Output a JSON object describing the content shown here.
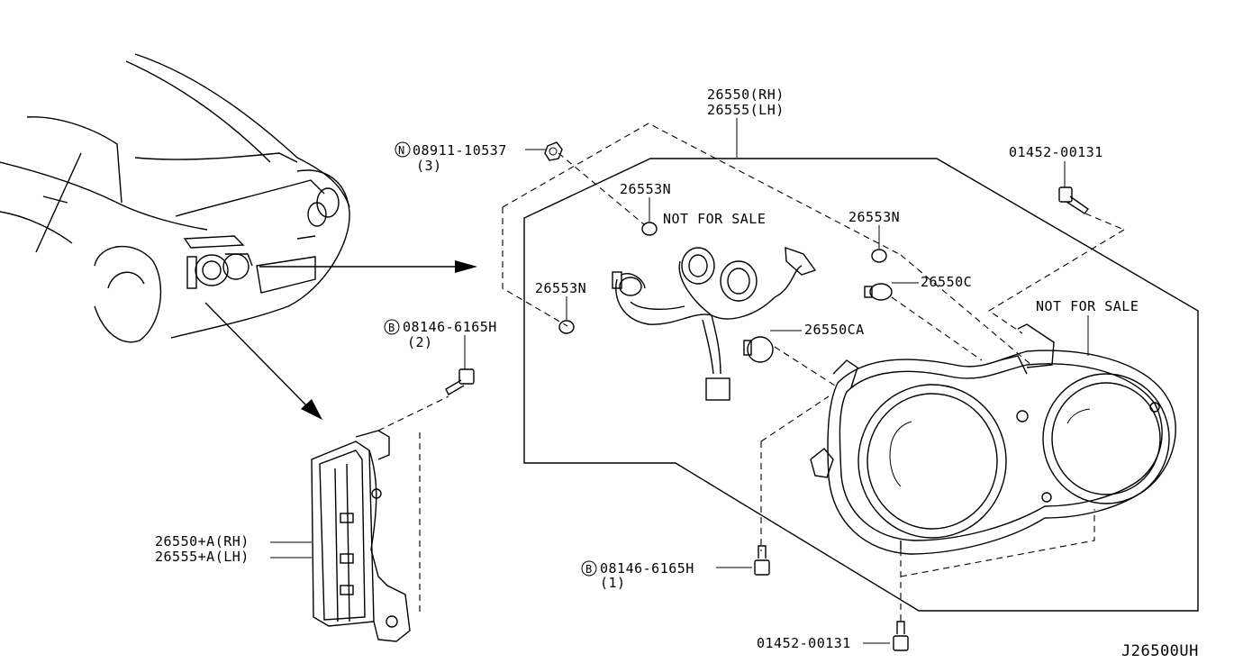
{
  "labels": {
    "head_rh": "26550(RH)",
    "head_lh": "26555(LH)",
    "nut_part": "08911-10537",
    "nut_qty": "(3)",
    "nut_symbol": "N",
    "bolt_top_right": "01452-00131",
    "grommet_a": "26553N",
    "grommet_b": "26553N",
    "grommet_c": "26553N",
    "nfs_harness": "NOT FOR SALE",
    "nfs_housing": "NOT FOR SALE",
    "bulb_c": "26550C",
    "bulb_ca": "26550CA",
    "bolt_left_part": "08146-6165H",
    "bolt_left_qty": "(2)",
    "bolt_left_symbol": "B",
    "side_rh": "26550+A(RH)",
    "side_lh": "26555+A(LH)",
    "bolt_bottom_part": "08146-6165H",
    "bolt_bottom_qty": "(1)",
    "bolt_bottom_symbol": "B",
    "bolt_bottom_right": "01452-00131",
    "diagram_code": "J26500UH"
  }
}
